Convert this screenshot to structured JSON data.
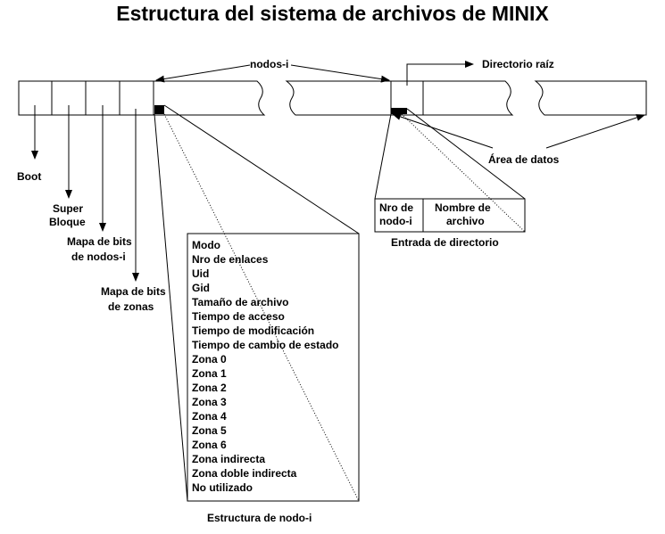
{
  "title": "Estructura del sistema de archivos de MINIX",
  "labels": {
    "nodos_i": "nodos-i",
    "directorio_raiz": "Directorio raíz",
    "area_datos": "Área de datos",
    "boot": "Boot",
    "super_1": "Super",
    "super_2": "Bloque",
    "mapa_nodos_1": "Mapa de bits",
    "mapa_nodos_2": "de nodos-i",
    "mapa_zonas_1": "Mapa de bits",
    "mapa_zonas_2": "de  zonas",
    "estructura_nodo": "Estructura de nodo-i",
    "entrada_directorio": "Entrada de directorio"
  },
  "inode_fields": [
    "Modo",
    "Nro de enlaces",
    "Uid",
    "Gid",
    "Tamaño de archivo",
    "Tiempo de acceso",
    "Tiempo de modificación",
    "Tiempo de cambio de estado",
    "Zona 0",
    "Zona 1",
    "Zona 2",
    "Zona 3",
    "Zona 4",
    "Zona 5",
    "Zona 6",
    "Zona indirecta",
    "Zona doble indirecta",
    "No utilizado"
  ],
  "dir_entry": {
    "col1_line1": "Nro de",
    "col1_line2": "nodo-i",
    "col2_line1": "Nombre  de",
    "col2_line2": "archivo"
  }
}
